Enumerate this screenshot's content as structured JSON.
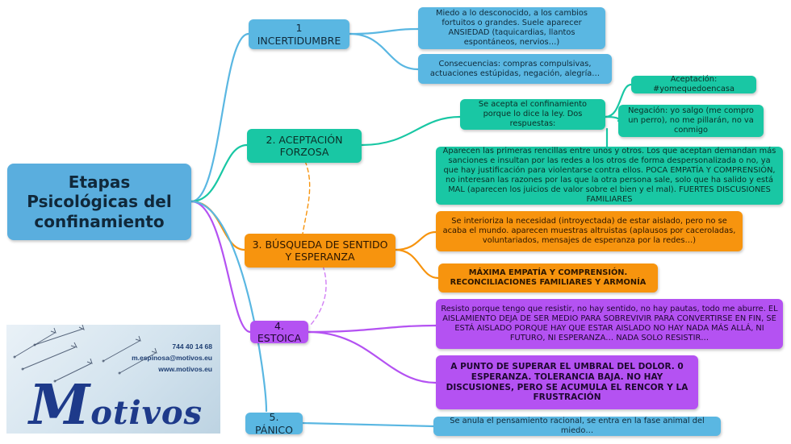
{
  "root": {
    "title": "Etapas Psicológicas del confinamiento"
  },
  "stages": {
    "s1": {
      "label": "1 INCERTIDUMBRE",
      "color": "#5ab7e2",
      "details": [
        "Miedo a lo desconocido, a los cambios fortuitos o grandes. Suele aparecer ANSIEDAD (taquicardias, llantos espontáneos, nervios…)",
        "Consecuencias: compras compulsivas, actuaciones estúpidas, negación, alegría…"
      ]
    },
    "s2": {
      "label": "2. ACEPTACIÓN FORZOSA",
      "color": "#19c7a4",
      "main": "Se acepta el confinamiento porque lo dice la ley. Dos respuestas:",
      "responses": [
        "Aceptación: #yomequedoencasa",
        "Negación: yo salgo (me compro un perro), no me pillarán, no va conmigo"
      ],
      "consequence": "Aparecen las primeras rencillas entre unos y otros. Los que aceptan demandan más sanciones e insultan por las redes a los otros de forma despersonalizada o no, ya que hay justificación para violentarse contra ellos. POCA EMPATÍA Y COMPRENSIÓN, no interesan las razones por las que la otra persona sale, solo que ha salido y está MAL (aparecen los juicios de valor sobre el bien y el mal). FUERTES DISCUSIONES FAMILIARES"
    },
    "s3": {
      "label": "3. BÚSQUEDA DE SENTIDO Y ESPERANZA",
      "color": "#f7940e",
      "details": [
        "Se interioriza la necesidad (introyectada) de estar aislado, pero no se acaba el mundo. aparecen muestras altruistas (aplausos por caceroladas, voluntariados, mensajes de esperanza por la redes…)",
        "MÁXIMA EMPATÍA Y COMPRENSIÓN. RECONCILIACIONES FAMILIARES Y ARMONÍA"
      ]
    },
    "s4": {
      "label": "4. ESTOICA",
      "color": "#b452f2",
      "details": [
        "Resisto porque tengo que resistir, no hay sentido, no hay pautas, todo me aburre. EL AISLAMIENTO DEJA DE SER MEDIO PARA SOBREVIVIR PARA CONVERTIRSE EN FIN, SE ESTÁ AISLADO PORQUE HAY QUE ESTAR AISLADO NO HAY NADA MÁS ALLÁ, NI FUTURO, NI ESPERANZA… NADA SOLO RESISTIR…",
        "A PUNTO DE SUPERAR EL UMBRAL DEL DOLOR. 0 ESPERANZA. TOLERANCIA BAJA. NO HAY DISCUSIONES, PERO SE ACUMULA EL RENCOR Y LA FRUSTRACIÓN"
      ]
    },
    "s5": {
      "label": "5. PÁNICO",
      "color": "#5ab7e2",
      "details": [
        "Se anula el pensamiento racional, se entra en la fase animal del miedo…"
      ]
    }
  },
  "logo": {
    "phone": "744 40 14 68",
    "email": "m.espinosa@motivos.eu",
    "web": "www.motivos.eu",
    "initial": "M",
    "rest": "otivos"
  }
}
